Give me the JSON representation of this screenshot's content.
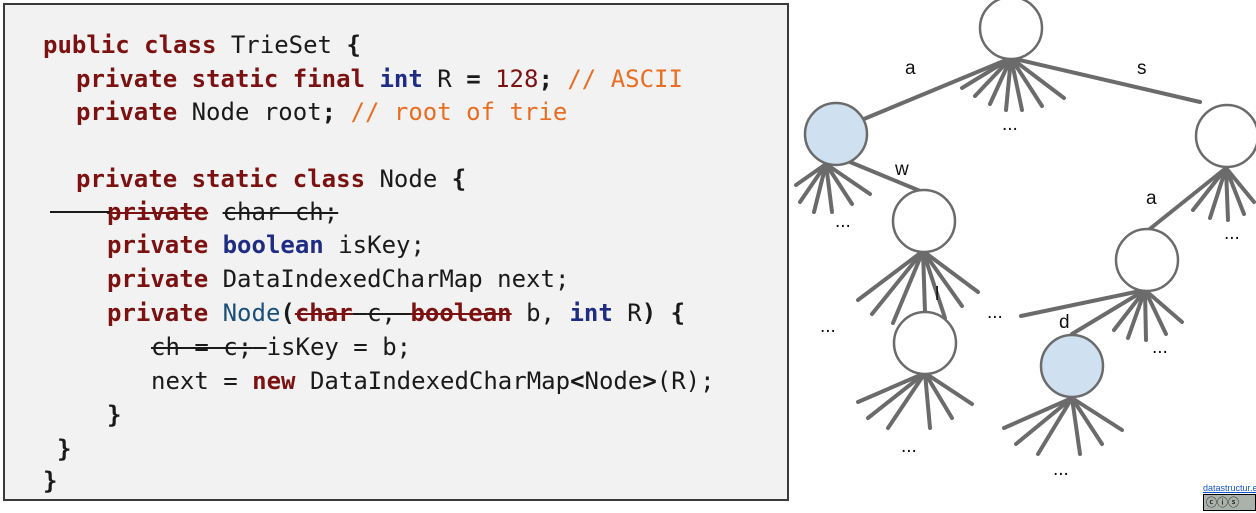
{
  "code": {
    "line1": {
      "kw_public": "public",
      "kw_class": "class",
      "name": "TrieSet",
      "brace": "{"
    },
    "line2": {
      "kw_private": "private",
      "kw_static": "static",
      "kw_final": "final",
      "kw_int": "int",
      "var": "R",
      "eq": "=",
      "value": "128",
      "semi": ";",
      "comment": "// ASCII"
    },
    "line3": {
      "kw_private": "private",
      "type": "Node",
      "var": "root",
      "semi": ";",
      "comment": "// root of trie"
    },
    "line5": {
      "kw_private": "private",
      "kw_static": "static",
      "kw_class": "class",
      "name": "Node",
      "brace": "{"
    },
    "line6": {
      "kw_private": "private",
      "text": "char ch;"
    },
    "line7": {
      "kw_private": "private",
      "kw_boolean": "boolean",
      "var": "isKey;"
    },
    "line8": {
      "kw_private": "private",
      "text": "DataIndexedCharMap next;"
    },
    "line9": {
      "kw_private": "private",
      "ctor": "Node",
      "open_paren": "(",
      "struck_char": "char",
      "struck_c": "c,",
      "kw_boolean": "boolean",
      "b": "b,",
      "kw_int": "int",
      "r": "R",
      "close_paren": ")",
      "brace": "{"
    },
    "line10": {
      "struck": "ch = c;",
      "text": "isKey = b;"
    },
    "line11": {
      "pre": "next =",
      "kw_new": "new",
      "type": "DataIndexedCharMap",
      "generic_open": "<",
      "generic_type": "Node",
      "generic_close": ">",
      "args": "(R);"
    },
    "line12": {
      "brace": "}"
    },
    "line13": {
      "brace": "}"
    },
    "line14": {
      "brace": "}"
    }
  },
  "tree": {
    "edge_labels": {
      "a_root": "a",
      "s_root": "s",
      "w": "w",
      "a_s": "a",
      "l": "l",
      "d": "d"
    },
    "ellipsis": "...",
    "highlight_color": "#cfe0f1",
    "node_stroke": "#6b6b6b"
  },
  "footer": {
    "credit": "datastructur.es",
    "license": "cc-by-nc-sa-badge"
  }
}
